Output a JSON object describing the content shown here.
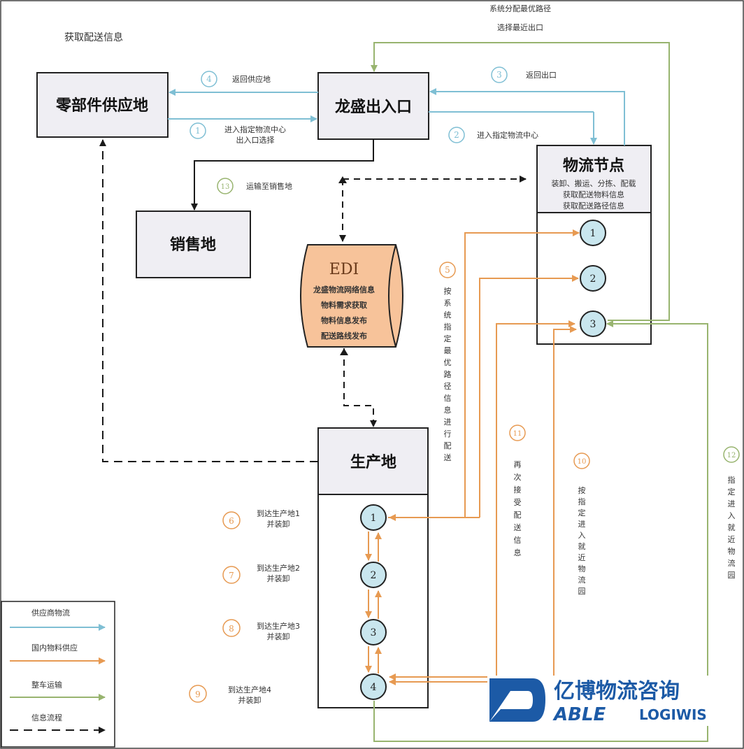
{
  "top_note": {
    "line1": "系统分配最优路径",
    "line2": "选择最近出口"
  },
  "header_left": "获取配送信息",
  "colors": {
    "blue": "#7fbfd4",
    "orange": "#e79a52",
    "green": "#98b46f",
    "black": "#1a1a1a",
    "box_fill": "#efeef3",
    "circle_fill": "#c9e6ee",
    "edi_fill": "#f7c39a"
  },
  "boxes": {
    "supplier": "零部件供应地",
    "exit": "龙盛出入口",
    "sales": "销售地",
    "node": {
      "title": "物流节点",
      "l1": "装卸、搬运、分拣、配载",
      "l2": "获取配送物料信息",
      "l3": "获取配送路径信息"
    },
    "production": "生产地"
  },
  "edi": {
    "title": "EDI",
    "l1": "龙盛物流网络信息",
    "l2": "物料需求获取",
    "l3": "物料信息发布",
    "l4": "配送路线发布"
  },
  "steps": {
    "s1": {
      "num": "1",
      "l1": "进入指定物流中心",
      "l2": "出入口选择"
    },
    "s2": {
      "num": "2",
      "text": "进入指定物流中心"
    },
    "s3": {
      "num": "3",
      "text": "返回出口"
    },
    "s4": {
      "num": "4",
      "text": "返回供应地"
    },
    "s5": {
      "num": "5",
      "vtext": "按系统指定最优路径信息进行配送"
    },
    "s6": {
      "num": "6",
      "l1": "到达生产地1",
      "l2": "并装卸"
    },
    "s7": {
      "num": "7",
      "l1": "到达生产地2",
      "l2": "并装卸"
    },
    "s8": {
      "num": "8",
      "l1": "到达生产地3",
      "l2": "并装卸"
    },
    "s9": {
      "num": "9",
      "l1": "到达生产地4",
      "l2": "并装卸"
    },
    "s10": {
      "num": "10",
      "vtext": "按指定进入就近物流园"
    },
    "s11": {
      "num": "11",
      "vtext": "再次接受配送信息"
    },
    "s12": {
      "num": "12",
      "vtext": "指定进入就近物流园"
    },
    "s13": {
      "num": "13",
      "text": "运输至销售地"
    }
  },
  "node_points": [
    "1",
    "2",
    "3"
  ],
  "production_points": [
    "1",
    "2",
    "3",
    "4"
  ],
  "legend": {
    "supplier_logistics": "供应商物流",
    "domestic_supply": "国内物料供应",
    "vehicle_transport": "整车运输",
    "info_flow": "信息流程"
  },
  "logo": {
    "cn": "亿博物流咨询",
    "en_a": "ABLE",
    "en_b": "LOGIWIS"
  }
}
